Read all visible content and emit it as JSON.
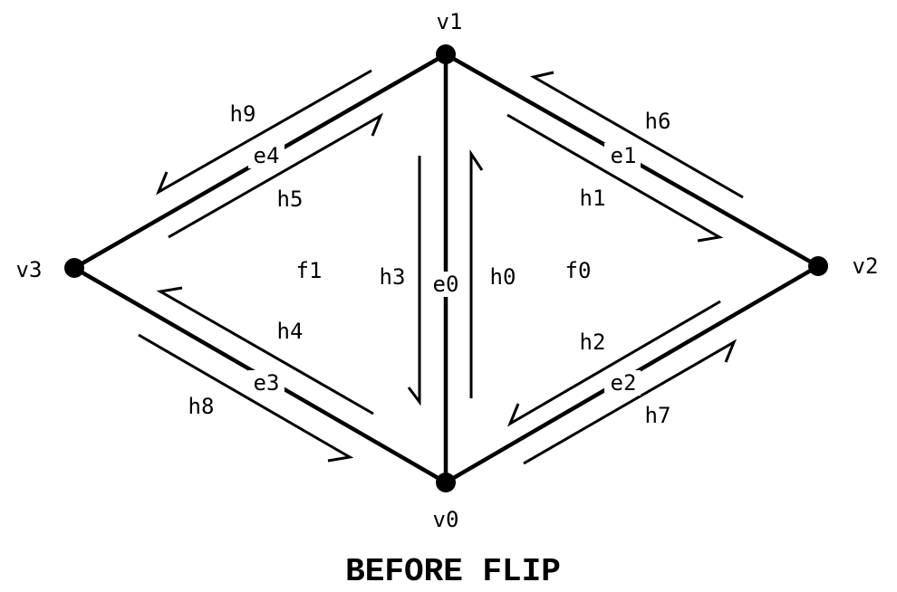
{
  "caption": "BEFORE FLIP",
  "vertices": [
    {
      "id": "v0",
      "label": "v0"
    },
    {
      "id": "v1",
      "label": "v1"
    },
    {
      "id": "v2",
      "label": "v2"
    },
    {
      "id": "v3",
      "label": "v3"
    }
  ],
  "edges": [
    {
      "id": "e0",
      "label": "e0",
      "from": "v0",
      "to": "v1"
    },
    {
      "id": "e1",
      "label": "e1",
      "from": "v1",
      "to": "v2"
    },
    {
      "id": "e2",
      "label": "e2",
      "from": "v2",
      "to": "v0"
    },
    {
      "id": "e3",
      "label": "e3",
      "from": "v3",
      "to": "v0"
    },
    {
      "id": "e4",
      "label": "e4",
      "from": "v1",
      "to": "v3"
    }
  ],
  "faces": [
    {
      "id": "f0",
      "label": "f0"
    },
    {
      "id": "f1",
      "label": "f1"
    }
  ],
  "halfedges": [
    {
      "id": "h0",
      "label": "h0",
      "edge": "e0",
      "direction": "v0 to v1"
    },
    {
      "id": "h1",
      "label": "h1",
      "edge": "e1",
      "direction": "v1 to v2"
    },
    {
      "id": "h2",
      "label": "h2",
      "edge": "e2",
      "direction": "v2 to v0"
    },
    {
      "id": "h3",
      "label": "h3",
      "edge": "e0",
      "direction": "v1 to v0"
    },
    {
      "id": "h4",
      "label": "h4",
      "edge": "e3",
      "direction": "v0 to v3"
    },
    {
      "id": "h5",
      "label": "h5",
      "edge": "e4",
      "direction": "v3 to v1"
    },
    {
      "id": "h6",
      "label": "h6",
      "edge": "e1",
      "direction": "v2 to v1"
    },
    {
      "id": "h7",
      "label": "h7",
      "edge": "e2",
      "direction": "v0 to v2"
    },
    {
      "id": "h8",
      "label": "h8",
      "edge": "e3",
      "direction": "v3 to v0"
    },
    {
      "id": "h9",
      "label": "h9",
      "edge": "e4",
      "direction": "v1 to v3"
    }
  ]
}
